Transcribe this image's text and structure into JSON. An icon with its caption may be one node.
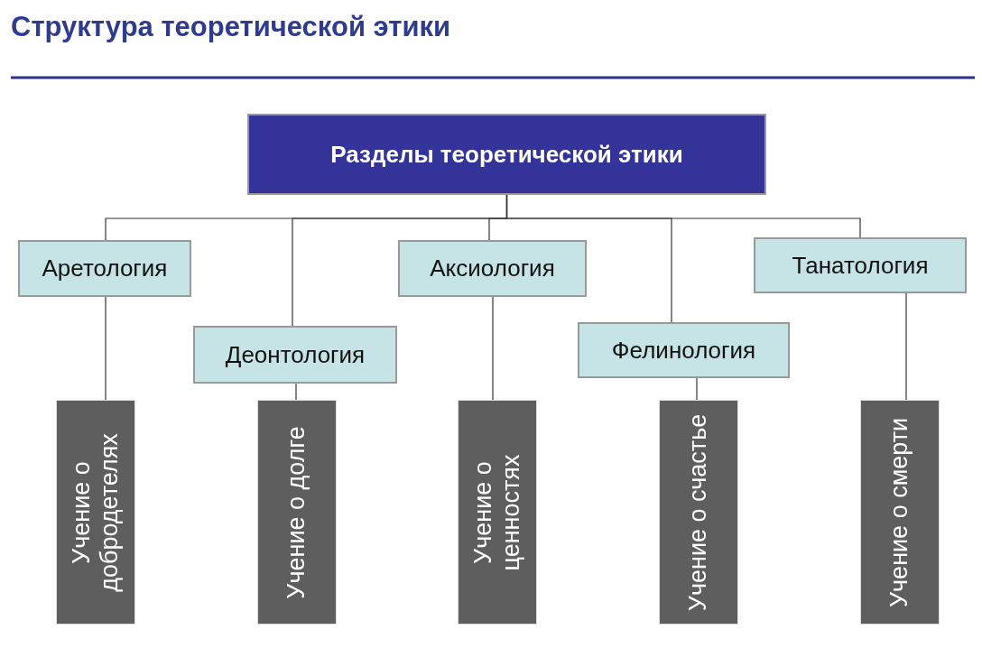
{
  "diagram": {
    "title": "Структура теоретической этики",
    "nodes": [
      {
        "text": [
          "Разделы теоретической этики"
        ]
      },
      {
        "text": [
          "Аретология"
        ]
      },
      {
        "text": [
          "Деонтология"
        ]
      },
      {
        "text": [
          "Аксиология"
        ]
      },
      {
        "text": [
          "Фелинология"
        ]
      },
      {
        "text": [
          "Танатология"
        ]
      },
      {
        "text": [
          "Учение о добродетелях"
        ]
      },
      {
        "text": [
          "Учение о долге"
        ]
      },
      {
        "text": [
          "Учение о ценностях"
        ]
      },
      {
        "text": [
          "Учение о счастье"
        ]
      },
      {
        "text": [
          "Учение о смерти"
        ]
      }
    ],
    "edges": [
      {
        "from": 0,
        "to": 1,
        "arrow": "none"
      },
      {
        "from": 0,
        "to": 2,
        "arrow": "none"
      },
      {
        "from": 0,
        "to": 3,
        "arrow": "none"
      },
      {
        "from": 0,
        "to": 4,
        "arrow": "none"
      },
      {
        "from": 0,
        "to": 5,
        "arrow": "none"
      },
      {
        "from": 1,
        "to": 6,
        "arrow": "none"
      },
      {
        "from": 2,
        "to": 7,
        "arrow": "none"
      },
      {
        "from": 3,
        "to": 8,
        "arrow": "none"
      },
      {
        "from": 4,
        "to": 9,
        "arrow": "none"
      },
      {
        "from": 5,
        "to": 10,
        "arrow": "none"
      }
    ]
  }
}
